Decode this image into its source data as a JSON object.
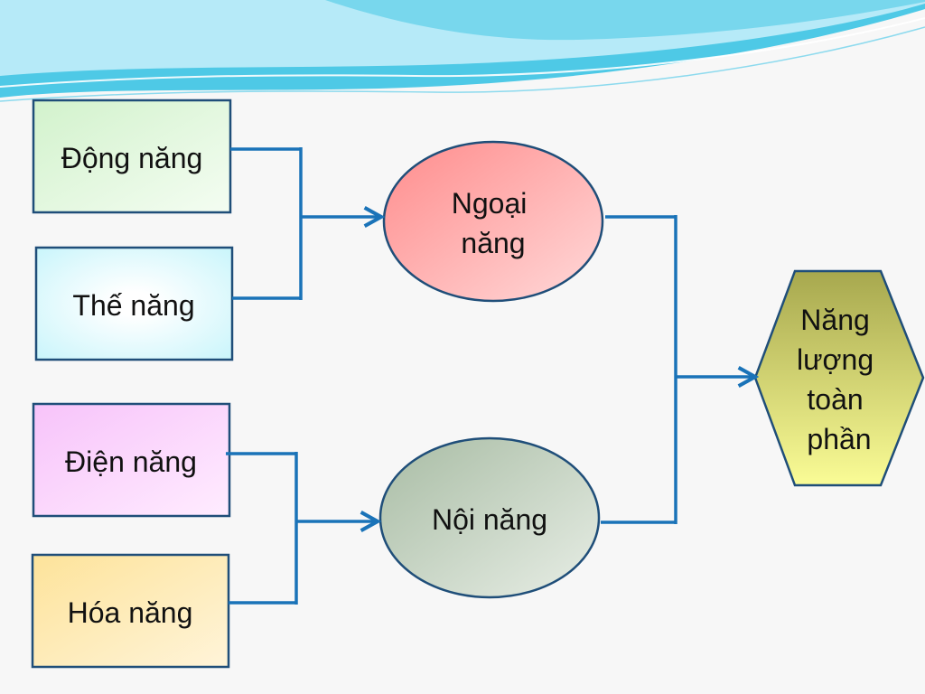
{
  "nodes": {
    "kinetic": {
      "label": "Động năng",
      "colors": [
        "#d2f2cc",
        "#f4fdf2"
      ]
    },
    "potential": {
      "label": "Thế năng",
      "colors": [
        "#ffffff",
        "#c9f5fb"
      ]
    },
    "electric": {
      "label": "Điện năng",
      "colors": [
        "#f7c3fa",
        "#ffecff"
      ]
    },
    "chemical": {
      "label": "Hóa năng",
      "colors": [
        "#fde39a",
        "#fff4d9"
      ]
    },
    "external": {
      "lines": [
        "Ngoại",
        "năng"
      ],
      "colors": [
        "#ff8c8c",
        "#ffd9d9"
      ]
    },
    "internal": {
      "label": "Nội năng",
      "colors": [
        "#a8bca4",
        "#e8eee6"
      ]
    },
    "total": {
      "lines": [
        "Năng",
        "lượng",
        "toàn",
        "phần"
      ],
      "colors": [
        "#a7a84e",
        "#fafc96"
      ]
    }
  },
  "colors": {
    "border": "#1f4e79",
    "connector": "#1a73b8",
    "wave_dark": "#4ec9e6",
    "wave_light": "#c9f0fa"
  }
}
